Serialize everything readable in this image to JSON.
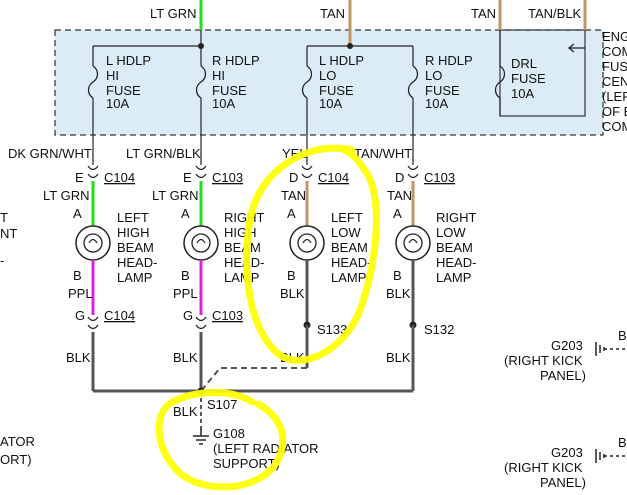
{
  "colors": {
    "fuse_box_fill": "#dcecf6",
    "fuse_box_border": "#333333",
    "lt_grn_wire": "#22dd22",
    "tan_wire": "#bb9966",
    "ppl_wire": "#dd22dd",
    "blk_wire": "#555555",
    "highlight": "#ffff00"
  },
  "fuse_box": {
    "side_label_lines": [
      "ENG",
      "COM",
      "FUS",
      "CEN",
      "(LEF",
      "OF E",
      "COM"
    ]
  },
  "top_wire_labels": [
    "LT GRN",
    "TAN",
    "TAN",
    "TAN/BLK"
  ],
  "fuses": [
    {
      "lines": [
        "L HDLP",
        "HI",
        "FUSE",
        "10A"
      ]
    },
    {
      "lines": [
        "R HDLP",
        "HI",
        "FUSE",
        "10A"
      ]
    },
    {
      "lines": [
        "L HDLP",
        "LO",
        "FUSE",
        "10A"
      ]
    },
    {
      "lines": [
        "R HDLP",
        "LO",
        "FUSE",
        "10A"
      ]
    },
    {
      "lines": [
        "DRL",
        "FUSE",
        "10A"
      ]
    }
  ],
  "upper_wire_labels": [
    "DK GRN/WHT",
    "LT GRN/BLK",
    "YEL",
    "TAN/WHT"
  ],
  "lamps": [
    {
      "pin_top": "E",
      "connector_top": "C104",
      "wire_a": "LT GRN",
      "pin_a": "A",
      "lines": [
        "LEFT",
        "HIGH",
        "BEAM",
        "HEAD-",
        "LAMP"
      ],
      "pin_b": "B",
      "wire_b": "PPL",
      "pin_bottom": "G",
      "connector_bottom": "C104",
      "ground_wire": "BLK"
    },
    {
      "pin_top": "E",
      "connector_top": "C103",
      "wire_a": "LT GRN",
      "pin_a": "A",
      "lines": [
        "RIGHT",
        "HIGH",
        "BEAM",
        "HEAD-",
        "LAMP"
      ],
      "pin_b": "B",
      "wire_b": "PPL",
      "pin_bottom": "G",
      "connector_bottom": "C103",
      "ground_wire": "BLK"
    },
    {
      "pin_top": "D",
      "connector_top": "C104",
      "wire_a": "TAN",
      "pin_a": "A",
      "lines": [
        "LEFT",
        "LOW",
        "BEAM",
        "HEAD-",
        "LAMP"
      ],
      "pin_b": "B",
      "wire_b": "BLK",
      "splice": "S133",
      "ground_wire": "BLK"
    },
    {
      "pin_top": "D",
      "connector_top": "C103",
      "wire_a": "TAN",
      "pin_a": "A",
      "lines": [
        "RIGHT",
        "LOW",
        "BEAM",
        "HEAD-",
        "LAMP"
      ],
      "pin_b": "B",
      "wire_b": "BLK",
      "splice": "S132",
      "ground_wire": "BLK"
    }
  ],
  "left_cut_text": [
    "T",
    "NT",
    "-",
    "ATOR",
    "ORT)"
  ],
  "main_splice": {
    "id": "S107",
    "wire": "BLK"
  },
  "main_ground": {
    "id": "G108",
    "lines": [
      "(LEFT RADIATOR",
      "SUPPORT)"
    ]
  },
  "right_grounds": [
    {
      "id": "G203",
      "lines": [
        "(RIGHT KICK",
        "PANEL)"
      ],
      "wire": "B"
    },
    {
      "id": "G203",
      "lines": [
        "(RIGHT KICK",
        "PANEL)"
      ],
      "wire": "B"
    }
  ]
}
